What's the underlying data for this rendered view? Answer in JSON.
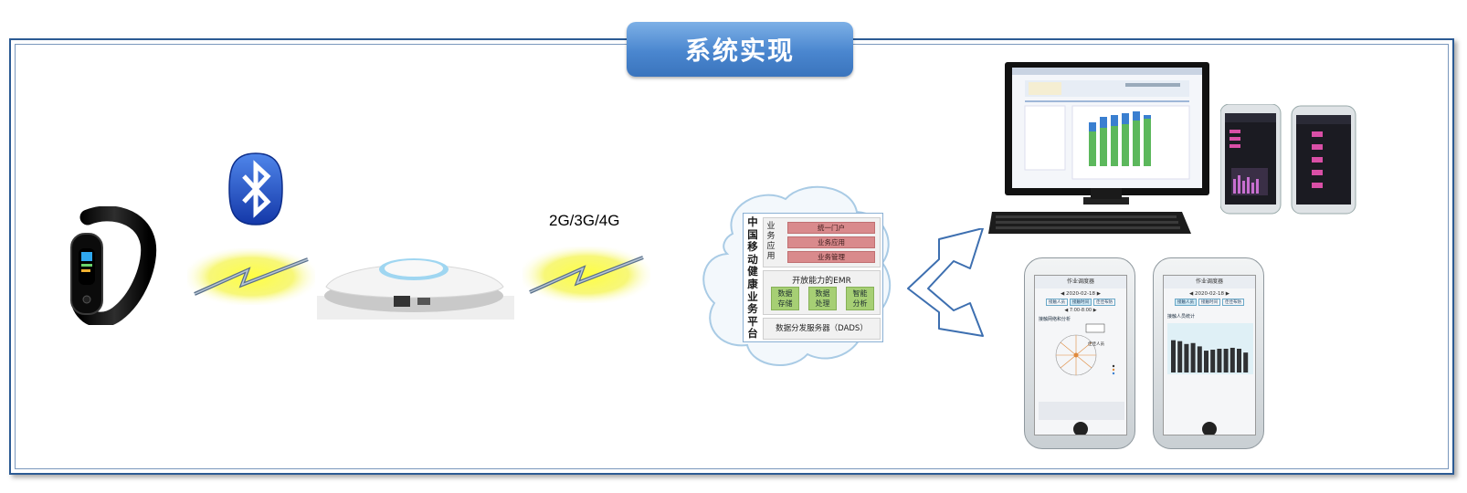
{
  "title": "系统实现",
  "network_label": "2G/3G/4G",
  "platform": {
    "vertical_title": [
      "中",
      "国",
      "移",
      "动",
      "健",
      "康",
      "业",
      "务",
      "平",
      "台"
    ],
    "app_label": "业务应用",
    "app_items": [
      "统一门户",
      "业务应用",
      "业务管理"
    ],
    "emr_title": "开放能力的EMR",
    "emr_items": [
      {
        "line1": "数据",
        "line2": "存储"
      },
      {
        "line1": "数据",
        "line2": "处理"
      },
      {
        "line1": "智能",
        "line2": "分析"
      }
    ],
    "dads": "数据分发服务器（DADS）"
  },
  "phones": {
    "left": {
      "header": "作业调度器",
      "date": "◀ 2020-02-18 ▶",
      "tabs": [
        "接触人员",
        "接触时间",
        "佳佳布防"
      ],
      "time": "◀ 7:00-8:00 ▶",
      "section": "接触网络和分析",
      "bubble": "佳佳人员"
    },
    "right": {
      "header": "作业调度器",
      "date": "◀ 2020-02-18 ▶",
      "tabs": [
        "接触人员",
        "接触时间",
        "佳佳布防"
      ],
      "section": "接触人员统计",
      "bar_values": [
        0.68,
        0.66,
        0.6,
        0.62,
        0.55,
        0.46,
        0.48,
        0.5,
        0.5,
        0.52,
        0.5,
        0.42
      ]
    }
  },
  "icons": {
    "band": "fitness-band-icon",
    "bluetooth": "bluetooth-icon",
    "gateway": "gateway-device-icon",
    "cloud": "cloud-icon",
    "monitor": "desktop-monitor-icon"
  },
  "colors": {
    "frame": "#2c5b94",
    "title_pill": "#4a86cf",
    "bluetooth": "#1e55c8",
    "signal": "#f2f24a",
    "platform_pink": "#d98a8c",
    "platform_green": "#a6cf74",
    "chart_green": "#5cb85c",
    "chart_blue": "#3a7fd0"
  }
}
